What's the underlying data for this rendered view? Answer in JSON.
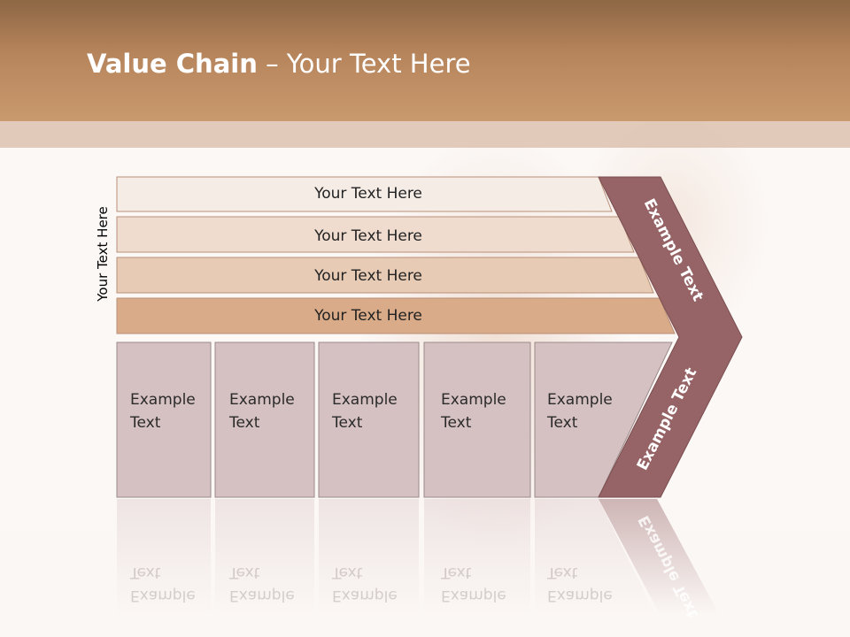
{
  "title": {
    "bold": "Value Chain",
    "rest": " – Your Text Here"
  },
  "side_label": "Your Text Here",
  "rows": [
    {
      "label": "Your Text Here"
    },
    {
      "label": "Your Text Here"
    },
    {
      "label": "Your Text Here"
    },
    {
      "label": "Your Text Here"
    }
  ],
  "boxes": [
    {
      "line1": "Example",
      "line2": "Text"
    },
    {
      "line1": "Example",
      "line2": "Text"
    },
    {
      "line1": "Example",
      "line2": "Text"
    },
    {
      "line1": "Example",
      "line2": "Text"
    },
    {
      "line1": "Example",
      "line2": "Text"
    }
  ],
  "arrow": {
    "upper": "Example Text",
    "lower": "Example Text"
  },
  "colors": {
    "header": "#b7855c",
    "row1": "#f6ece6",
    "row2": "#efdccf",
    "row3": "#e8cbb5",
    "row4": "#d9ab88",
    "box": "#d6c1c2",
    "arrow": "#966466"
  }
}
